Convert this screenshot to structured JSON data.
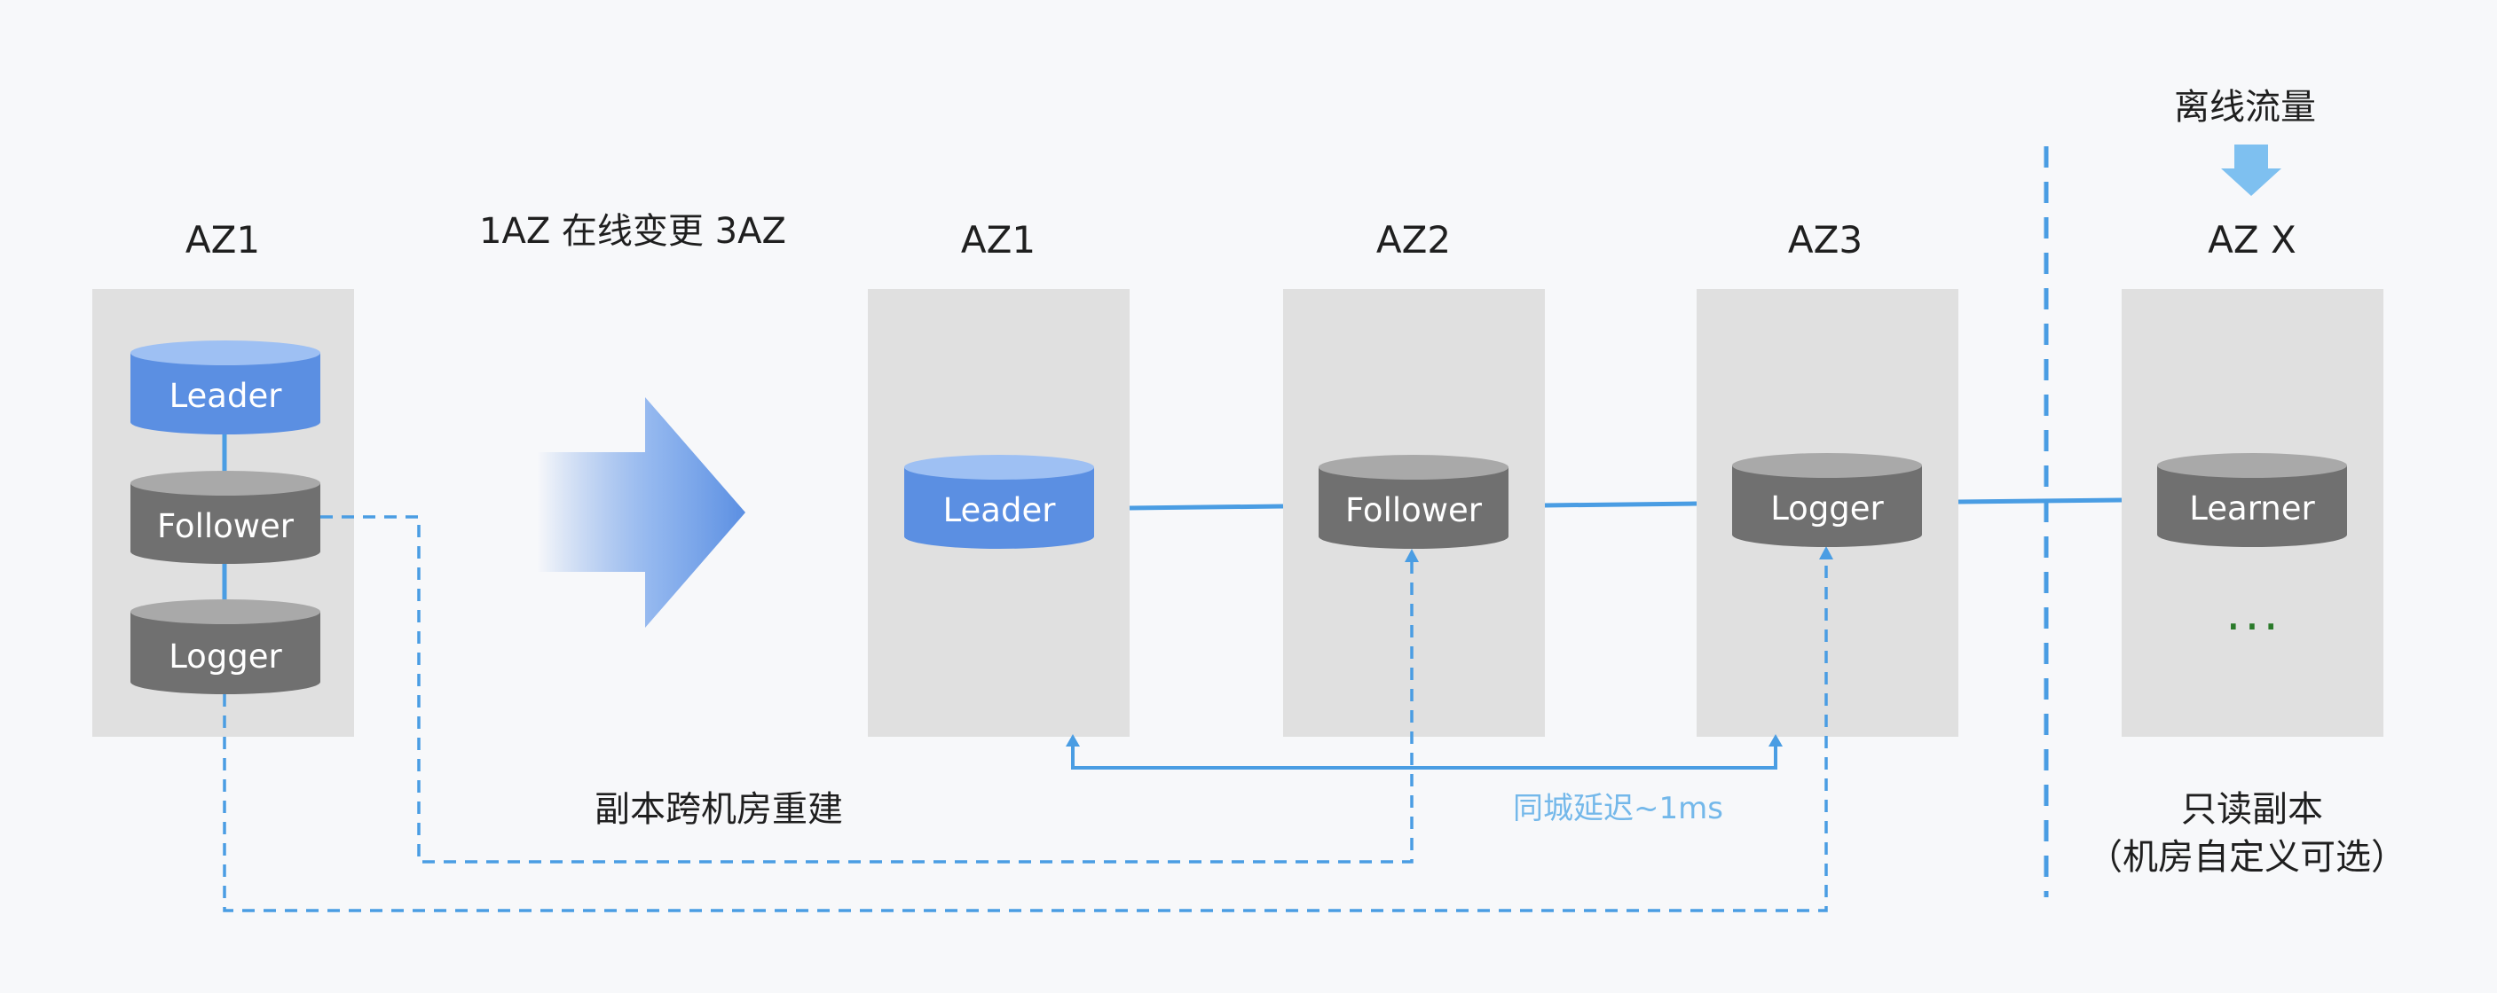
{
  "left_cluster": {
    "az_label": "AZ1",
    "nodes": [
      {
        "role": "Leader",
        "color": "#5b8fe2"
      },
      {
        "role": "Follower",
        "color": "#707070"
      },
      {
        "role": "Logger",
        "color": "#707070"
      }
    ]
  },
  "transition": {
    "label": "1AZ 在线变更 3AZ"
  },
  "right_clusters": [
    {
      "az_label": "AZ1",
      "node": "Leader",
      "color": "#5b8fe2"
    },
    {
      "az_label": "AZ2",
      "node": "Follower",
      "color": "#707070"
    },
    {
      "az_label": "AZ3",
      "node": "Logger",
      "color": "#707070"
    }
  ],
  "learner_cluster": {
    "traffic_label": "离线流量",
    "az_label": "AZ X",
    "node": "Learner",
    "color": "#707070",
    "more": "...",
    "caption_line1": "只读副本",
    "caption_line2": "（机房自定义可选）"
  },
  "annotations": {
    "rebuild": "副本跨机房重建",
    "latency": "同城延迟~1ms"
  },
  "colors": {
    "leader": "#5b8fe2",
    "replica": "#707070",
    "link": "#4a9de3",
    "dashed": "#4a9de3",
    "box": "#e0e0e0",
    "latency_text": "#74b8ea",
    "traffic_arrow": "#7ec0f0"
  }
}
